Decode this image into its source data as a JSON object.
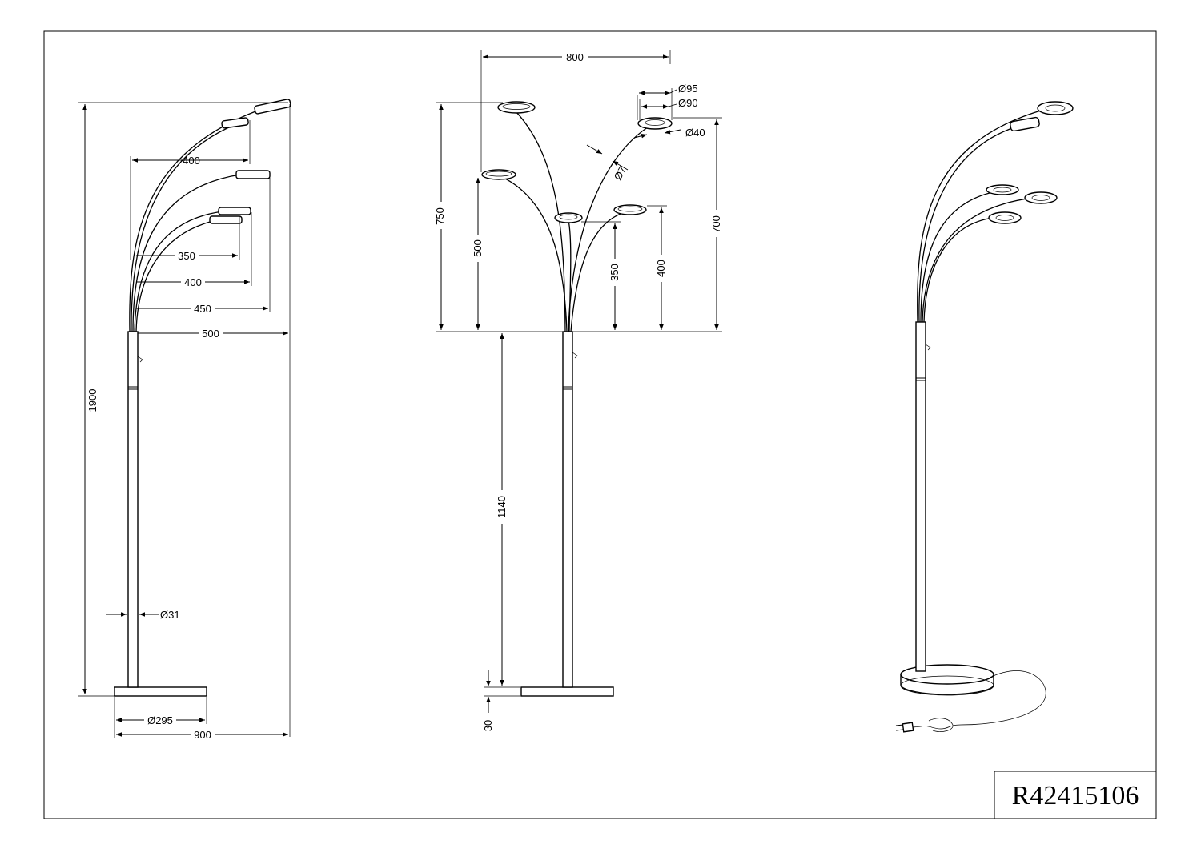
{
  "drawing": {
    "model_code": "R42415106"
  },
  "side_view": {
    "height_total": "1900",
    "reach_arm_top": "400",
    "reach_350": "350",
    "reach_400": "400",
    "reach_450": "450",
    "reach_500": "500",
    "pole_diameter": "Ø31",
    "base_diameter": "Ø295",
    "base_width": "900"
  },
  "front_view": {
    "span_width": "800",
    "head_outer": "Ø95",
    "head_inner": "Ø90",
    "head_hole": "Ø40",
    "arm_tube": "Ø7",
    "arms_height_750": "750",
    "arms_height_500": "500",
    "arms_height_350": "350",
    "arms_height_400": "400",
    "arms_height_700": "700",
    "pole_height": "1140",
    "base_height": "30"
  }
}
